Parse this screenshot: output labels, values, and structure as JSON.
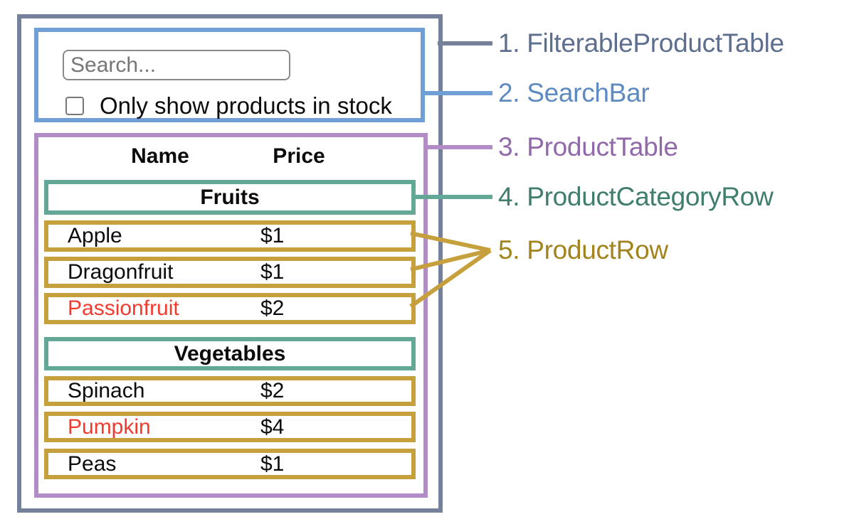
{
  "palette": {
    "frame": "#75819B",
    "searchbar": "#6F9FD4",
    "table": "#B18CC6",
    "category": "#63A796",
    "row": "#C6A03C",
    "label-frame": "#5D6E8E",
    "label-search": "#5E8AC2",
    "label-table": "#9169AB",
    "label-category": "#3F7D6D",
    "label-row": "#A2841F",
    "red": "#F23B2F"
  },
  "search_bar": {
    "input_placeholder": "Search...",
    "input_value": "",
    "checkbox_checked": false,
    "checkbox_label": "Only show products in stock"
  },
  "table": {
    "headers": {
      "name": "Name",
      "price": "Price"
    },
    "sections": [
      {
        "category": "Fruits",
        "rows": [
          {
            "name": "Apple",
            "price": "$1",
            "out_of_stock": false
          },
          {
            "name": "Dragonfruit",
            "price": "$1",
            "out_of_stock": false
          },
          {
            "name": "Passionfruit",
            "price": "$2",
            "out_of_stock": true
          }
        ]
      },
      {
        "category": "Vegetables",
        "rows": [
          {
            "name": "Spinach",
            "price": "$2",
            "out_of_stock": false
          },
          {
            "name": "Pumpkin",
            "price": "$4",
            "out_of_stock": true
          },
          {
            "name": "Peas",
            "price": "$1",
            "out_of_stock": false
          }
        ]
      }
    ]
  },
  "legend": [
    {
      "text": "1. FilterableProductTable",
      "color": "#5D6E8E"
    },
    {
      "text": "2. SearchBar",
      "color": "#5E8AC2"
    },
    {
      "text": "3. ProductTable",
      "color": "#9169AB"
    },
    {
      "text": "4. ProductCategoryRow",
      "color": "#3F7D6D"
    },
    {
      "text": "5. ProductRow",
      "color": "#A2841F"
    }
  ]
}
